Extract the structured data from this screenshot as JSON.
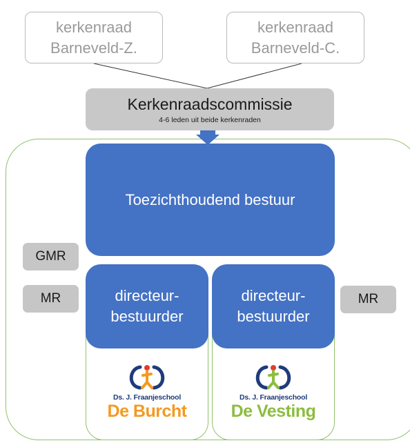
{
  "kerkenraden": [
    {
      "line1": "kerkenraad",
      "line2": "Barneveld-Z."
    },
    {
      "line1": "kerkenraad",
      "line2": "Barneveld-C."
    }
  ],
  "commissie": {
    "title": "Kerkenraadscommissie",
    "subtitle": "4-6 leden uit beide kerkenraden"
  },
  "toezicht": {
    "label": "Toezichthoudend bestuur"
  },
  "directeuren": [
    {
      "line1": "directeur-",
      "line2": "bestuurder"
    },
    {
      "line1": "directeur-",
      "line2": "bestuurder"
    }
  ],
  "tags": {
    "gmr": "GMR",
    "mr_left": "MR",
    "mr_right": "MR"
  },
  "schools": [
    {
      "school_name": "Ds. J. Fraanjeschool",
      "title": "De Burcht",
      "color": "#f39a21"
    },
    {
      "school_name": "Ds. J. Fraanjeschool",
      "title": "De Vesting",
      "color": "#8cbd3f"
    }
  ],
  "colors": {
    "blue": "#4472c4",
    "green_border": "#8ec16b",
    "gray": "#c8c8c8",
    "logo_navy": "#1f3b7a"
  }
}
